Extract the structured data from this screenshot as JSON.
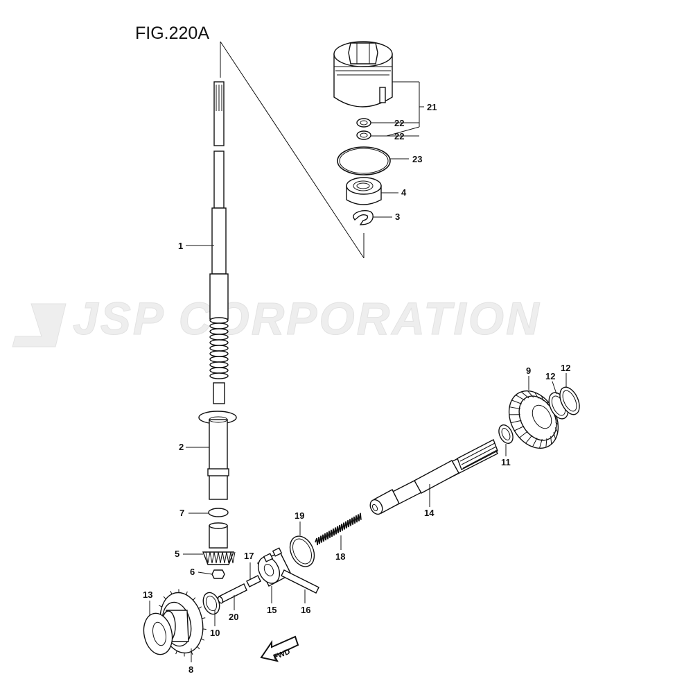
{
  "figure": {
    "title": "FIG.220A"
  },
  "watermark": {
    "text": "JSP CORPORATION"
  },
  "labels": {
    "p1": "1",
    "p2": "2",
    "p3": "3",
    "p4": "4",
    "p5": "5",
    "p6": "6",
    "p7": "7",
    "p8": "8",
    "p9": "9",
    "p10": "10",
    "p11": "11",
    "p12a": "12",
    "p12b": "12",
    "p13": "13",
    "p14": "14",
    "p15": "15",
    "p16": "16",
    "p17": "17",
    "p18": "18",
    "p19": "19",
    "p20": "20",
    "p21": "21",
    "p22a": "22",
    "p22b": "22",
    "p23": "23"
  },
  "badge": {
    "fwd": "FWD"
  }
}
